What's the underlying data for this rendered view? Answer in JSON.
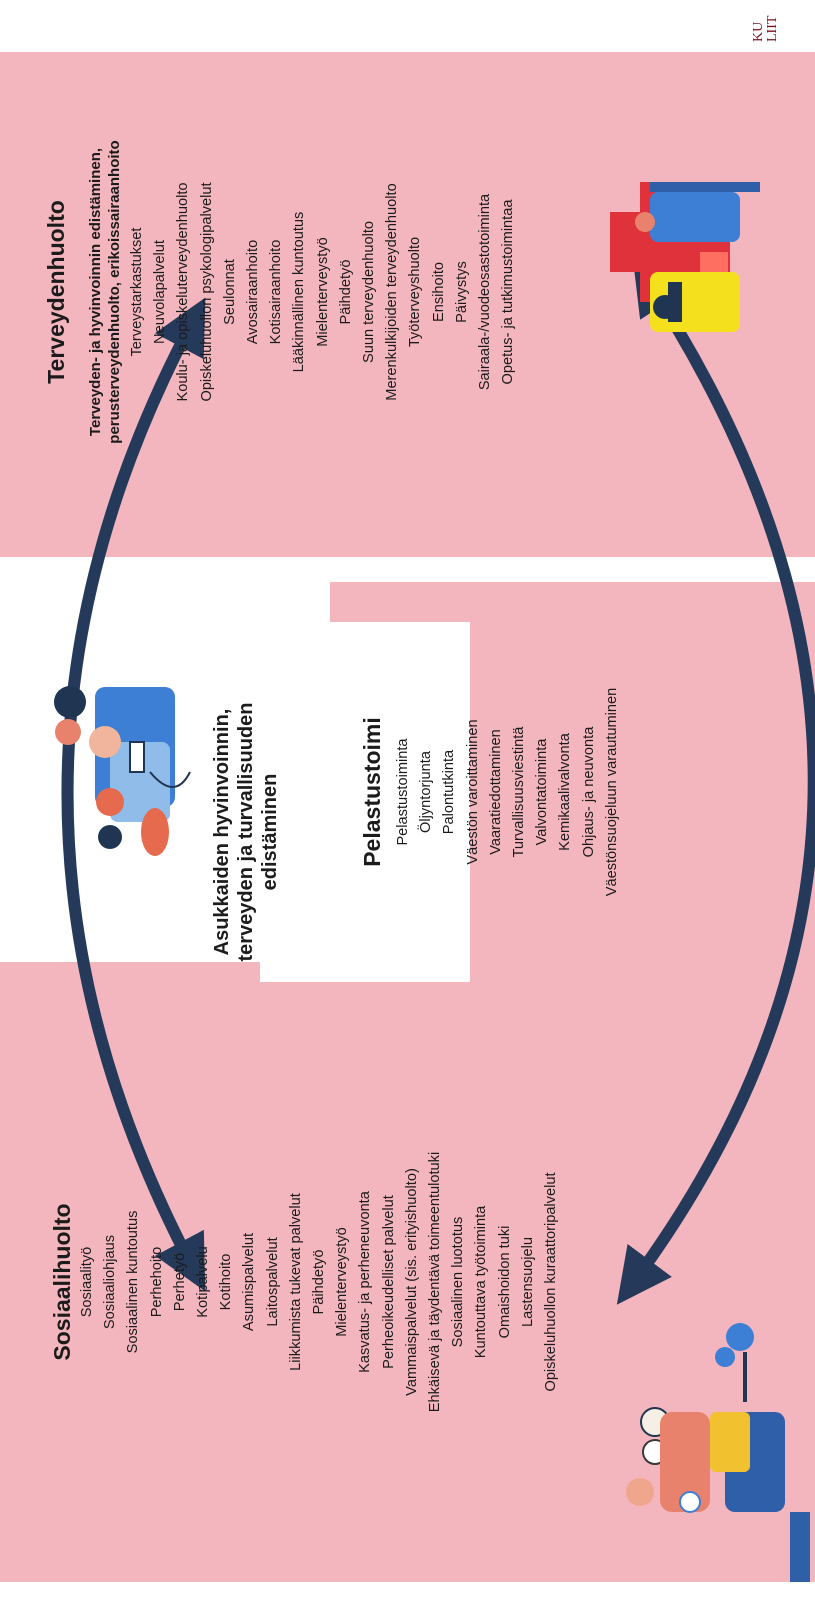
{
  "center": {
    "title_lines": [
      "Asukkaiden hyvinvoinnin,",
      "terveyden ja turvallisuuden",
      "edistäminen"
    ]
  },
  "sosiaalihuolto": {
    "title": "Sosiaalihuolto",
    "items": [
      "Sosiaalityö",
      "Sosiaaliohjaus",
      "Sosiaalinen kuntoutus",
      "Perhehoito",
      "Perhetyö",
      "Kotipalvelu",
      "Kotihoito",
      "Asumispalvelut",
      "Laitospalvelut",
      "Liikkumista tukevat palvelut",
      "Päihdetyö",
      "Mielenterveystyö",
      "Kasvatus- ja perheneuvonta",
      "Perheoikeudelliset palvelut",
      "Vammaispalvelut (sis. erityishuolto)",
      "Ehkäisevä ja täydentävä toimeentulotuki",
      "Sosiaalinen luototus",
      "Kuntouttava työtoiminta",
      "Omaishoidon tuki",
      "Lastensuojelu",
      "Opiskeluhuollon kuraattoripalvelut"
    ]
  },
  "pelastustoimi": {
    "title": "Pelastustoimi",
    "items": [
      "Pelastustoiminta",
      "Öljyntorjunta",
      "Palontutkinta",
      "Väestön varoittaminen",
      "Vaaratiedottaminen",
      "Turvallisuusviestintä",
      "Valvontatoiminta",
      "Kemikaalivalvonta",
      "Ohjaus- ja neuvonta",
      "Väestönsuojeluun varautuminen"
    ]
  },
  "terveydenhuolto": {
    "title": "Terveydenhuolto",
    "subtitle_lines": [
      "Terveyden- ja hyvinvoinnin edistäminen,",
      "perusterveydenhuolto, erikoissairaanhoito"
    ],
    "items": [
      "Terveystarkastukset",
      "Neuvolapalvelut",
      "Koulu- ja opiskeluterveydenhuolto",
      "Opiskeluhuollon psykologipalvelut",
      "Seulonnat",
      "Avosairaanhoito",
      "Kotisairaanhoito",
      "Lääkinnällinen kuntoutus",
      "Mielenterveystyö",
      "Päihdetyö",
      "Suun terveydenhuolto",
      "Merenkulkijoiden terveydenhuolto",
      "Työterveyshuolto",
      "Ensihoito",
      "Päivystys",
      "Sairaala-/vuodeosastotoiminta",
      "Opetus- ja tutkimustoimintaa"
    ]
  },
  "brand_lines": [
    "KU",
    "LIIT"
  ],
  "colors": {
    "panel": "#f4b6be",
    "arrow": "#253a5a"
  }
}
